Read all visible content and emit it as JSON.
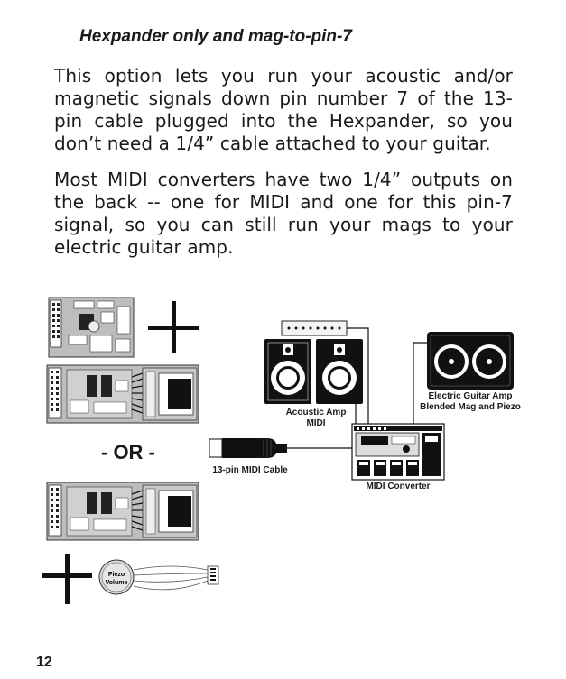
{
  "heading": "Hexpander only and mag-to-pin-7",
  "paragraphs": [
    "This option lets you run your acoustic and/or magnetic signals down pin number 7 of the 13-pin cable plugged into the Hexpander, so you don’t need a 1/4” cable attached to your guitar.",
    "Most MIDI converters have two 1/4” outputs on the back -- one for MIDI and one for this pin-7 signal, so you can still run your mags to your electric guitar amp."
  ],
  "diagram": {
    "or_label": "- OR -",
    "acoustic_amp_caption": "Acoustic Amp\nMIDI",
    "electric_amp_caption": "Electric Guitar Amp\nBlended Mag and Piezo",
    "cable_caption": "13-pin MIDI Cable",
    "converter_caption": "MIDI Converter",
    "piezo_label": "Piezo\nVolume"
  },
  "page_number": "12"
}
